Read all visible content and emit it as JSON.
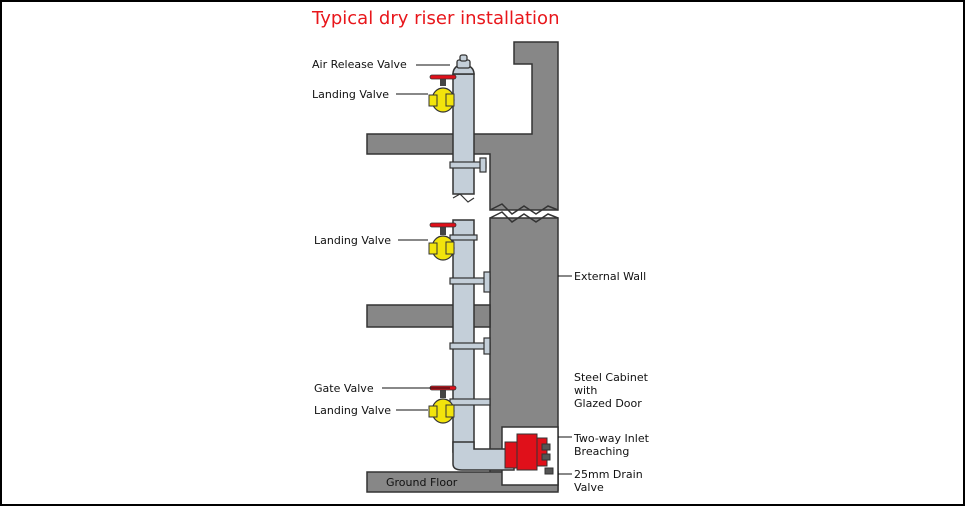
{
  "title": "Typical dry riser installation",
  "labels": {
    "air_release_valve": "Air Release Valve",
    "landing_valve_top": "Landing Valve",
    "landing_valve_mid": "Landing Valve",
    "gate_valve": "Gate Valve",
    "landing_valve_bottom": "Landing Valve",
    "external_wall": "External Wall",
    "steel_cabinet": [
      "Steel Cabinet",
      "with",
      "Glazed Door"
    ],
    "inlet_breaching": [
      "Two-way Inlet",
      "Breaching"
    ],
    "drain_valve": [
      "25mm Drain",
      "Valve"
    ],
    "ground_floor": "Ground Floor"
  },
  "colors": {
    "title": "#e8161b",
    "concrete": "#878787",
    "pipe": "#c4cfd9",
    "valve_body": "#f2e40c",
    "valve_wheel": "#e0101a",
    "breaching": "#e0101a"
  }
}
